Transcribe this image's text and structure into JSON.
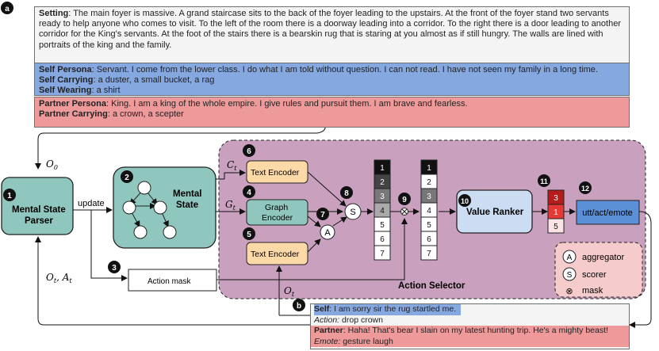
{
  "context": {
    "setting_label": "Setting",
    "setting_text": "The main foyer is massive. A grand staircase sits to the back of the foyer leading to the upstairs. At the front of the foyer stand two servants ready to help anyone who comes to visit. To the left of the room there is a doorway leading into a corridor. To the right there is a door leading to another corridor for the King's servants. At the foot of the stairs there is a bearskin rug that is staring at you almost as if still hungry. The walls are lined with portraits of the king and the family.",
    "self_persona_label": "Self Persona",
    "self_persona_text": "Servant. I come from the lower class. I do what I am told without question. I can not read. I have not seen my family in a long time.",
    "self_carrying_label": "Self Carrying",
    "self_carrying_text": "a duster, a small bucket, a rag",
    "self_wearing_label": "Self Wearing",
    "self_wearing_text": "a shirt",
    "partner_persona_label": "Partner Persona",
    "partner_persona_text": "King. I am a king of the whole empire. I give rules and pursuit them. I am brave and fearless.",
    "partner_carrying_label": "Partner Carrying",
    "partner_carrying_text": "a crown, a scepter"
  },
  "conversation": {
    "self_label": "Self",
    "self_text": "I am sorry sir the rug startled me.",
    "action_label": "Action:",
    "action_text": "drop crown",
    "partner_label": "Partner",
    "partner_text": "Haha! That's bear I slain on my latest hunting trip. He's a mighty beast!",
    "emote_label": "Emote:",
    "emote_text": "gesture laugh"
  },
  "badges": {
    "a": "a",
    "b": "b",
    "n1": "1",
    "n2": "2",
    "n3": "3",
    "n4": "4",
    "n5": "5",
    "n6": "6",
    "n7": "7",
    "n8": "8",
    "n9": "9",
    "n10": "10",
    "n11": "11",
    "n12": "12"
  },
  "modules": {
    "mental_state_parser_1": "Mental State",
    "mental_state_parser_2": "Parser",
    "mental_state_1": "Mental",
    "mental_state_2": "State",
    "update_label": "update",
    "text_encoder_top": "Text Encoder",
    "graph_encoder_1": "Graph",
    "graph_encoder_2": "Encoder",
    "text_encoder_bottom": "Text Encoder",
    "action_mask": "Action mask",
    "action_selector": "Action Selector",
    "value_ranker": "Value Ranker",
    "output": "utt/act/emote"
  },
  "symbols": {
    "O0": "O",
    "O0_sub": "0",
    "Ct": "C",
    "Ct_sub": "t",
    "Gt": "G",
    "Gt_sub": "t",
    "Ot_mid": "O",
    "Ot_mid_sub": "t",
    "OtAt_O": "O",
    "OtAt_t1": "t",
    "OtAt_comma": ", ",
    "OtAt_A": "A",
    "OtAt_t2": "t",
    "S": "S",
    "A": "A",
    "mask_symbol": "⊗"
  },
  "ranking": {
    "column1": [
      "1",
      "2",
      "3",
      "4",
      "5",
      "6",
      "7"
    ],
    "column1_fill": [
      "#111111",
      "#444444",
      "#777777",
      "#aaaaaa",
      "#ffffff",
      "#ffffff",
      "#ffffff"
    ],
    "column2": [
      "1",
      "2",
      "3",
      "4",
      "5",
      "6",
      "7"
    ],
    "column2_fill": [
      "#111111",
      "#ffffff",
      "#777777",
      "#ffffff",
      "#ffffff",
      "#ffffff",
      "#ffffff"
    ],
    "top3": [
      "3",
      "1",
      "5"
    ],
    "top3_fill": [
      "#b71c1c",
      "#e53935",
      "#fde4e4"
    ]
  },
  "legend": {
    "aggregator_symbol": "A",
    "aggregator": "aggregator",
    "scorer_symbol": "S",
    "scorer": "scorer",
    "mask_symbol": "⊗",
    "mask": "mask"
  },
  "colors": {
    "selector_bg": "#c9a0bd",
    "parser_fill": "#8fc6bd",
    "encoder_fill": "#fdd9a8",
    "graph_fill": "#8fc6bd",
    "ranker_fill": "#cbdcf3",
    "output_fill": "#5b8fd6",
    "legend_fill": "#f6cbcb"
  }
}
